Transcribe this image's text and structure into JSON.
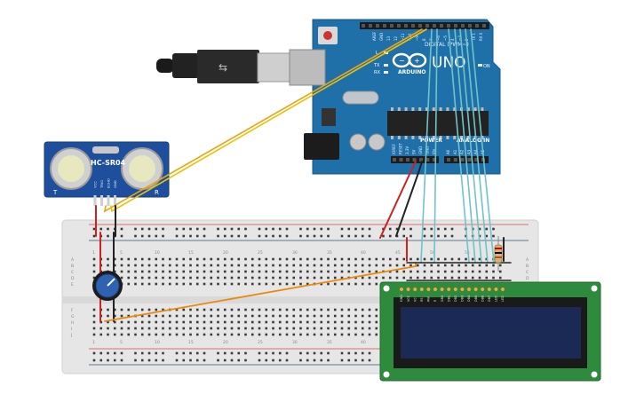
{
  "arduino": {
    "brand": "ARDUINO",
    "model": "UNO",
    "digital_header": "DIGITAL (PWM~)",
    "power_header": "POWER",
    "analog_header": "ANALOG IN",
    "on_led": "ON",
    "led_l": "L",
    "led_tx": "TX",
    "led_rx": "RX",
    "top_pins": [
      "AREF",
      "GND",
      "13",
      "12",
      "~11",
      "~10",
      "~9",
      "8",
      "7",
      "~6",
      "~5",
      "4",
      "~3",
      "2",
      "TX 1",
      "RX 0"
    ],
    "power_pins": [
      "IOREF",
      "RESET",
      "3.3V",
      "5V",
      "GND",
      "GND",
      "Vin"
    ],
    "analog_pins": [
      "A0",
      "A1",
      "A2",
      "A3",
      "A4",
      "A5"
    ],
    "colors": {
      "board": "#1f6fa8",
      "header": "#1c1c1c",
      "chip": "#222222"
    }
  },
  "sensor": {
    "model": "HC-SR04",
    "left_mark": "T",
    "right_mark": "R",
    "pins": [
      "VCC",
      "TRIG",
      "ECHO",
      "GND"
    ],
    "colors": {
      "board": "#1d4f9c"
    }
  },
  "breadboard": {
    "row_letters_top": [
      "A",
      "B",
      "C",
      "D",
      "E"
    ],
    "row_letters_bottom": [
      "F",
      "G",
      "H",
      "I",
      "J"
    ],
    "column_numbers": [
      "1",
      "5",
      "10",
      "15",
      "20",
      "25",
      "30",
      "35",
      "40",
      "45",
      "50",
      "55"
    ],
    "colors": {
      "body": "#e8e8e8",
      "rail_red": "#d33",
      "rail_blue": "#346"
    }
  },
  "lcd": {
    "pins": [
      "GND",
      "VCC",
      "V0",
      "RS",
      "RW",
      "E",
      "DB0",
      "DB1",
      "DB2",
      "DB3",
      "DB4",
      "DB5",
      "DB6",
      "DB7",
      "LED",
      "LED"
    ],
    "colors": {
      "pcb": "#2e8b3e",
      "screen": "#1b2a55"
    }
  },
  "wire_colors": {
    "signal": "#6fc3c9",
    "power": "#cc2222",
    "ground": "#222222",
    "trig": "#e8a515",
    "echo": "#f0c000",
    "contrast": "#e88a10"
  }
}
